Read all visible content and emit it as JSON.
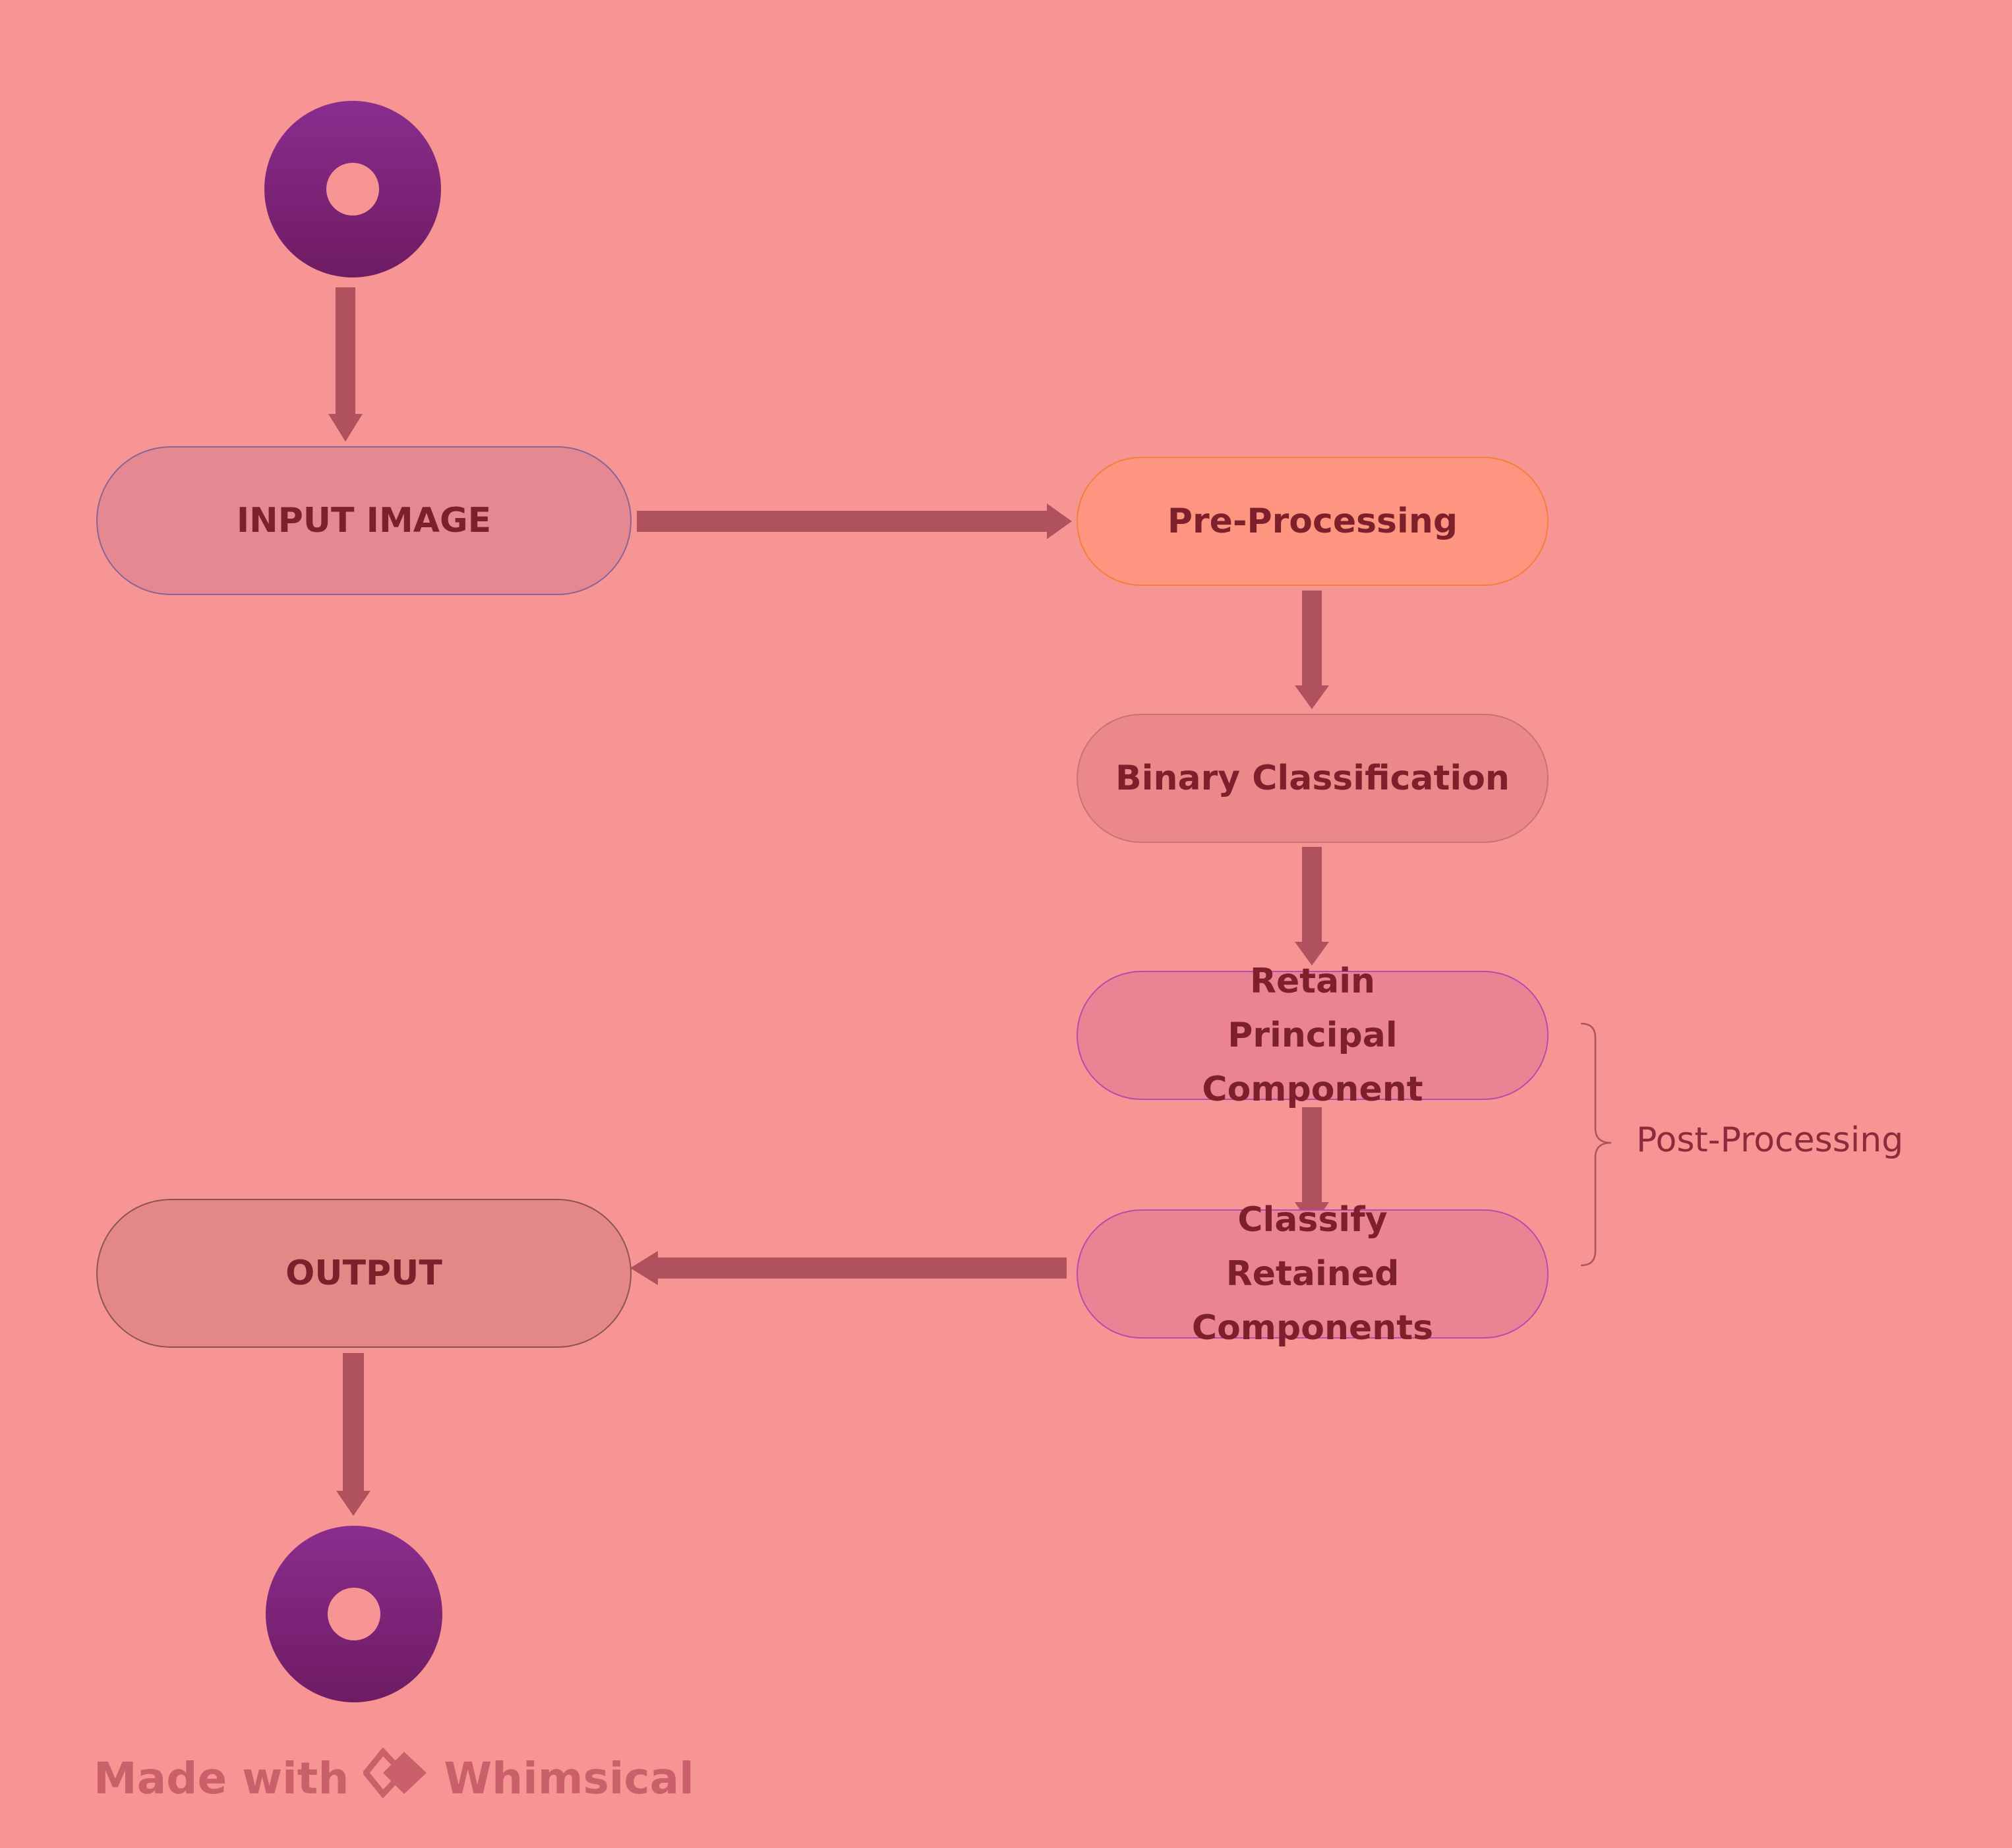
{
  "diagram": {
    "nodes": {
      "input": "INPUT IMAGE",
      "preprocess": "Pre-Processing",
      "binary": "Binary Classification",
      "retain": "Retain Principal Component",
      "classify": "Classify Retained Components",
      "output": "OUTPUT"
    },
    "bracket_label": "Post-Processing"
  },
  "watermark": {
    "prefix": "Made with",
    "brand": "Whimsical"
  },
  "colors": {
    "background": "#f79595",
    "arrow": "#b0525e",
    "text": "#7e1f2c",
    "terminal": "#7d2470",
    "preprocess_fill": "#fd9580",
    "preprocess_border": "#f47f3a"
  }
}
